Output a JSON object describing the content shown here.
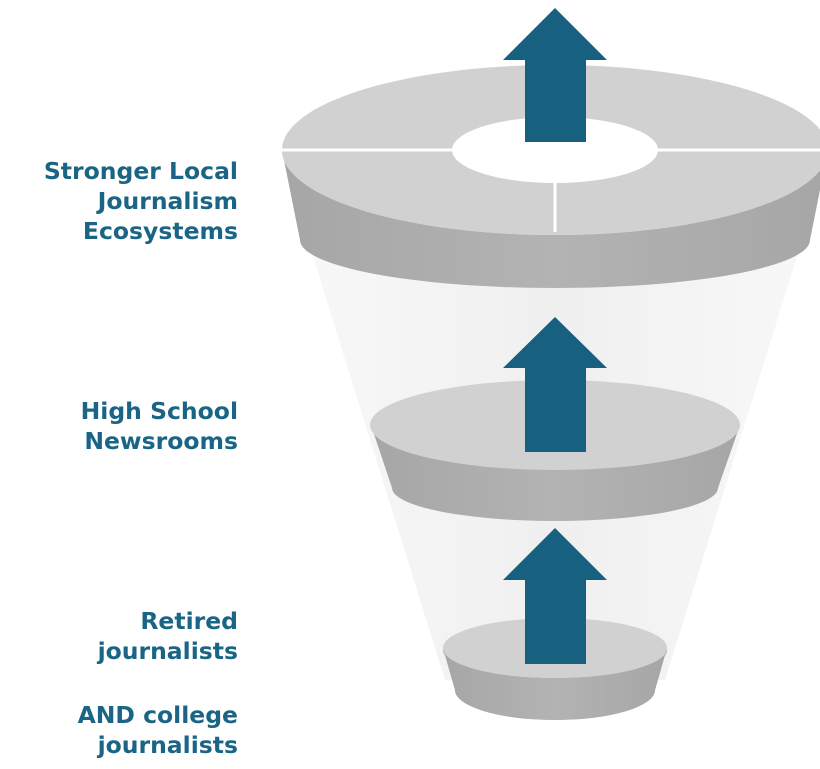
{
  "labels": {
    "top": [
      "Stronger Local",
      "Journalism",
      "Ecosystems"
    ],
    "middle": [
      "High School",
      "Newsrooms"
    ],
    "bottom_a": [
      "Retired",
      "journalists"
    ],
    "bottom_b": [
      "AND college",
      "journalists"
    ]
  },
  "colors": {
    "text": "#1a6585",
    "arrow": "#17607f",
    "disk_top": "#d0d0d0",
    "disk_side": "#a8a8a8",
    "funnel_glow": "#f0f0f0"
  }
}
